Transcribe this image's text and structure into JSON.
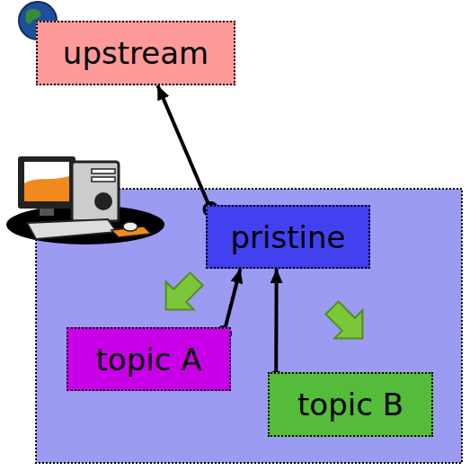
{
  "diagram": {
    "nodes": [
      {
        "text": [
          "upstream"
        ]
      },
      {
        "text": [
          "pristine"
        ]
      },
      {
        "text": [
          "topic A"
        ]
      },
      {
        "text": [
          "topic B"
        ]
      }
    ],
    "edges": [
      {
        "from": 1,
        "to": 0,
        "arrow": "to"
      },
      {
        "from": 2,
        "to": 1,
        "arrow": "to"
      },
      {
        "from": 3,
        "to": 1,
        "arrow": "to"
      }
    ]
  }
}
